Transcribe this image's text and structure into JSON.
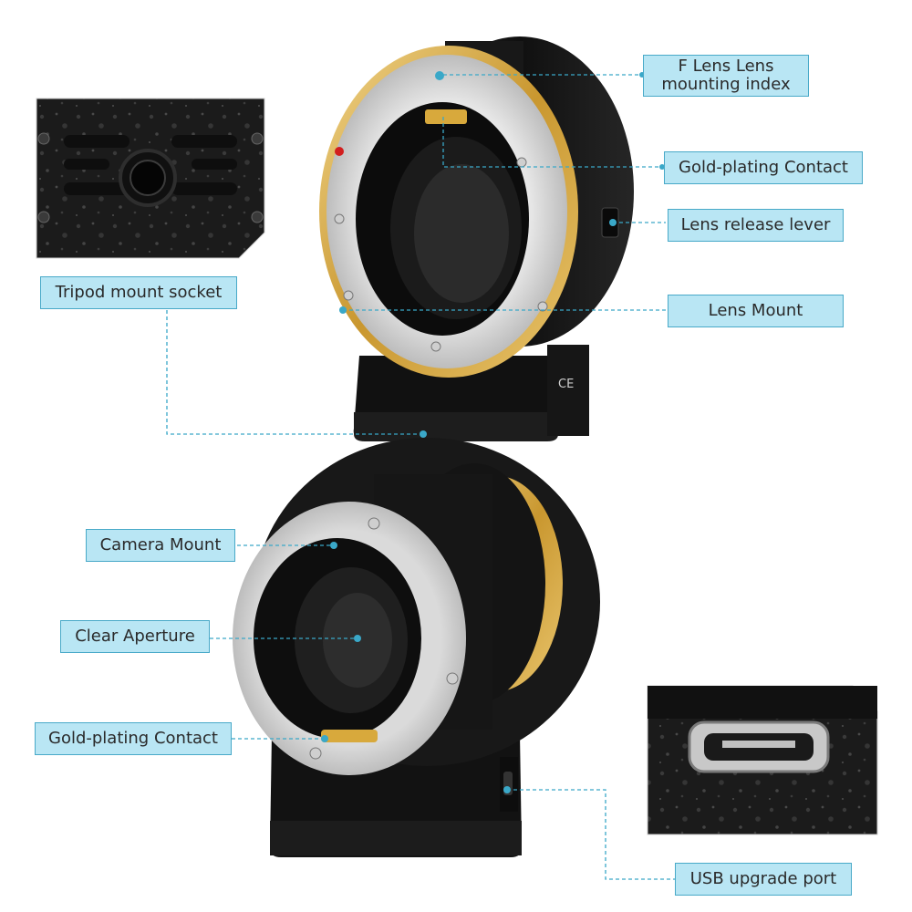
{
  "callouts": {
    "f_lens_index": "F Lens Lens\nmounting index",
    "gold_contact_top": "Gold-plating Contact",
    "lens_release_lever": "Lens release lever",
    "lens_mount": "Lens Mount",
    "tripod_socket": "Tripod mount socket",
    "camera_mount": "Camera Mount",
    "clear_aperture": "Clear Aperture",
    "gold_contact_bottom": "Gold-plating Contact",
    "usb_port": "USB upgrade port"
  },
  "product_marks": {
    "ce": "CE"
  },
  "colors": {
    "callout_fill": "#b9e6f4",
    "callout_border": "#48a9c8",
    "leader_line": "#3aa8c8",
    "gold_ring": "#d9b25a",
    "body_black": "#141414"
  }
}
